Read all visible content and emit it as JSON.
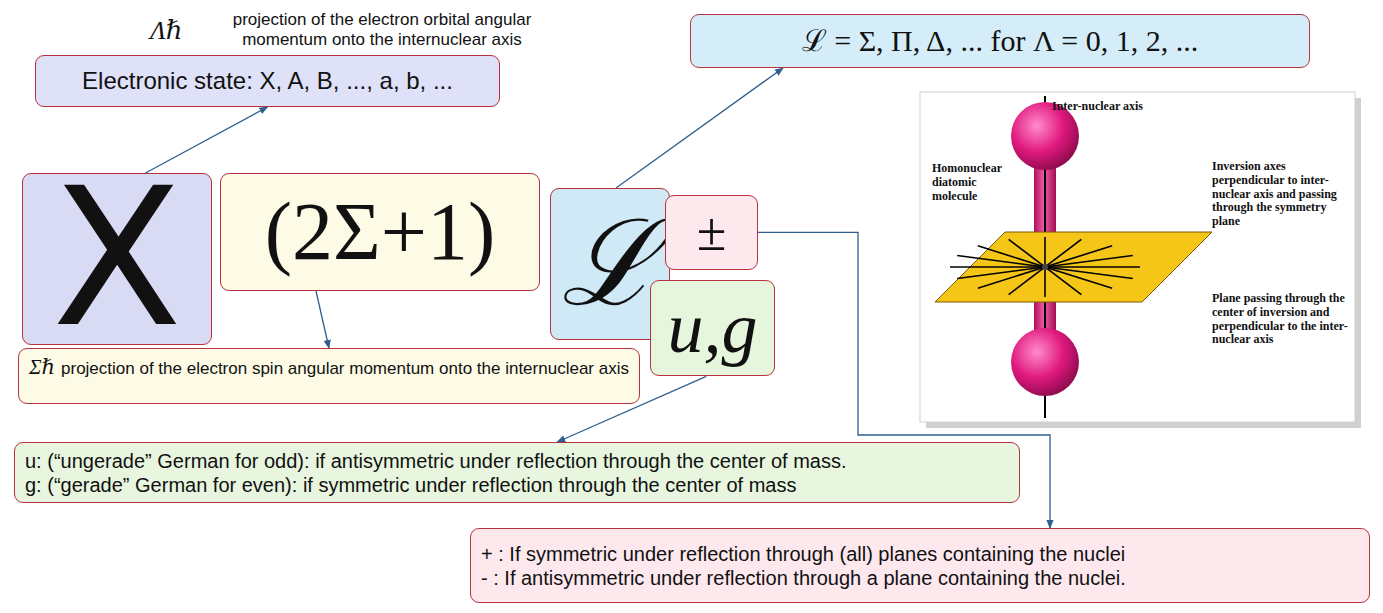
{
  "diagram": {
    "nodes": [
      {
        "text": [
          "Electronic state: X, A, B, ..., a, b, ..."
        ]
      },
      {
        "text": [
          "ℒ = Σ, Π, Δ, ... for Λ = 0, 1, 2, ..."
        ]
      },
      {
        "text": [
          "X"
        ]
      },
      {
        "text": [
          "(2Σ+1)"
        ]
      },
      {
        "text": [
          "ℒ"
        ]
      },
      {
        "text": [
          "±"
        ]
      },
      {
        "text": [
          "u,g"
        ]
      },
      {
        "text": [
          "Σℏ",
          "projection of the electron spin angular momentum onto the internuclear axis"
        ]
      },
      {
        "text": [
          "u: (“ungerade” German for odd):  if antisymmetric under reflection through the center of mass.",
          "g: (“gerade”  German for even):  if symmetric under reflection through the center of mass"
        ]
      },
      {
        "text": [
          "+ : If symmetric under reflection through (all) planes containing the nuclei",
          "- : If antisymmetric under reflection through a plane containing the nuclei."
        ]
      }
    ],
    "edges": [
      {
        "from": 2,
        "to": 0,
        "arrow": "to"
      },
      {
        "from": 4,
        "to": 1,
        "arrow": "to"
      },
      {
        "from": 3,
        "to": 7,
        "arrow": "to"
      },
      {
        "from": 6,
        "to": 8,
        "arrow": "to"
      },
      {
        "from": 5,
        "to": 9,
        "arrow": "to"
      }
    ],
    "labels": [
      "Λℏ",
      "projection of the electron orbital angular momentum onto the internuclear axis",
      "Inter-nuclear axis",
      "Homonuclear diatomic molecule",
      "Inversion axes perpendicular to inter-nuclear axis and passing through the symmetry plane",
      "Plane passing through the center of inversion and perpendicular to the inter-nuclear axis"
    ]
  }
}
